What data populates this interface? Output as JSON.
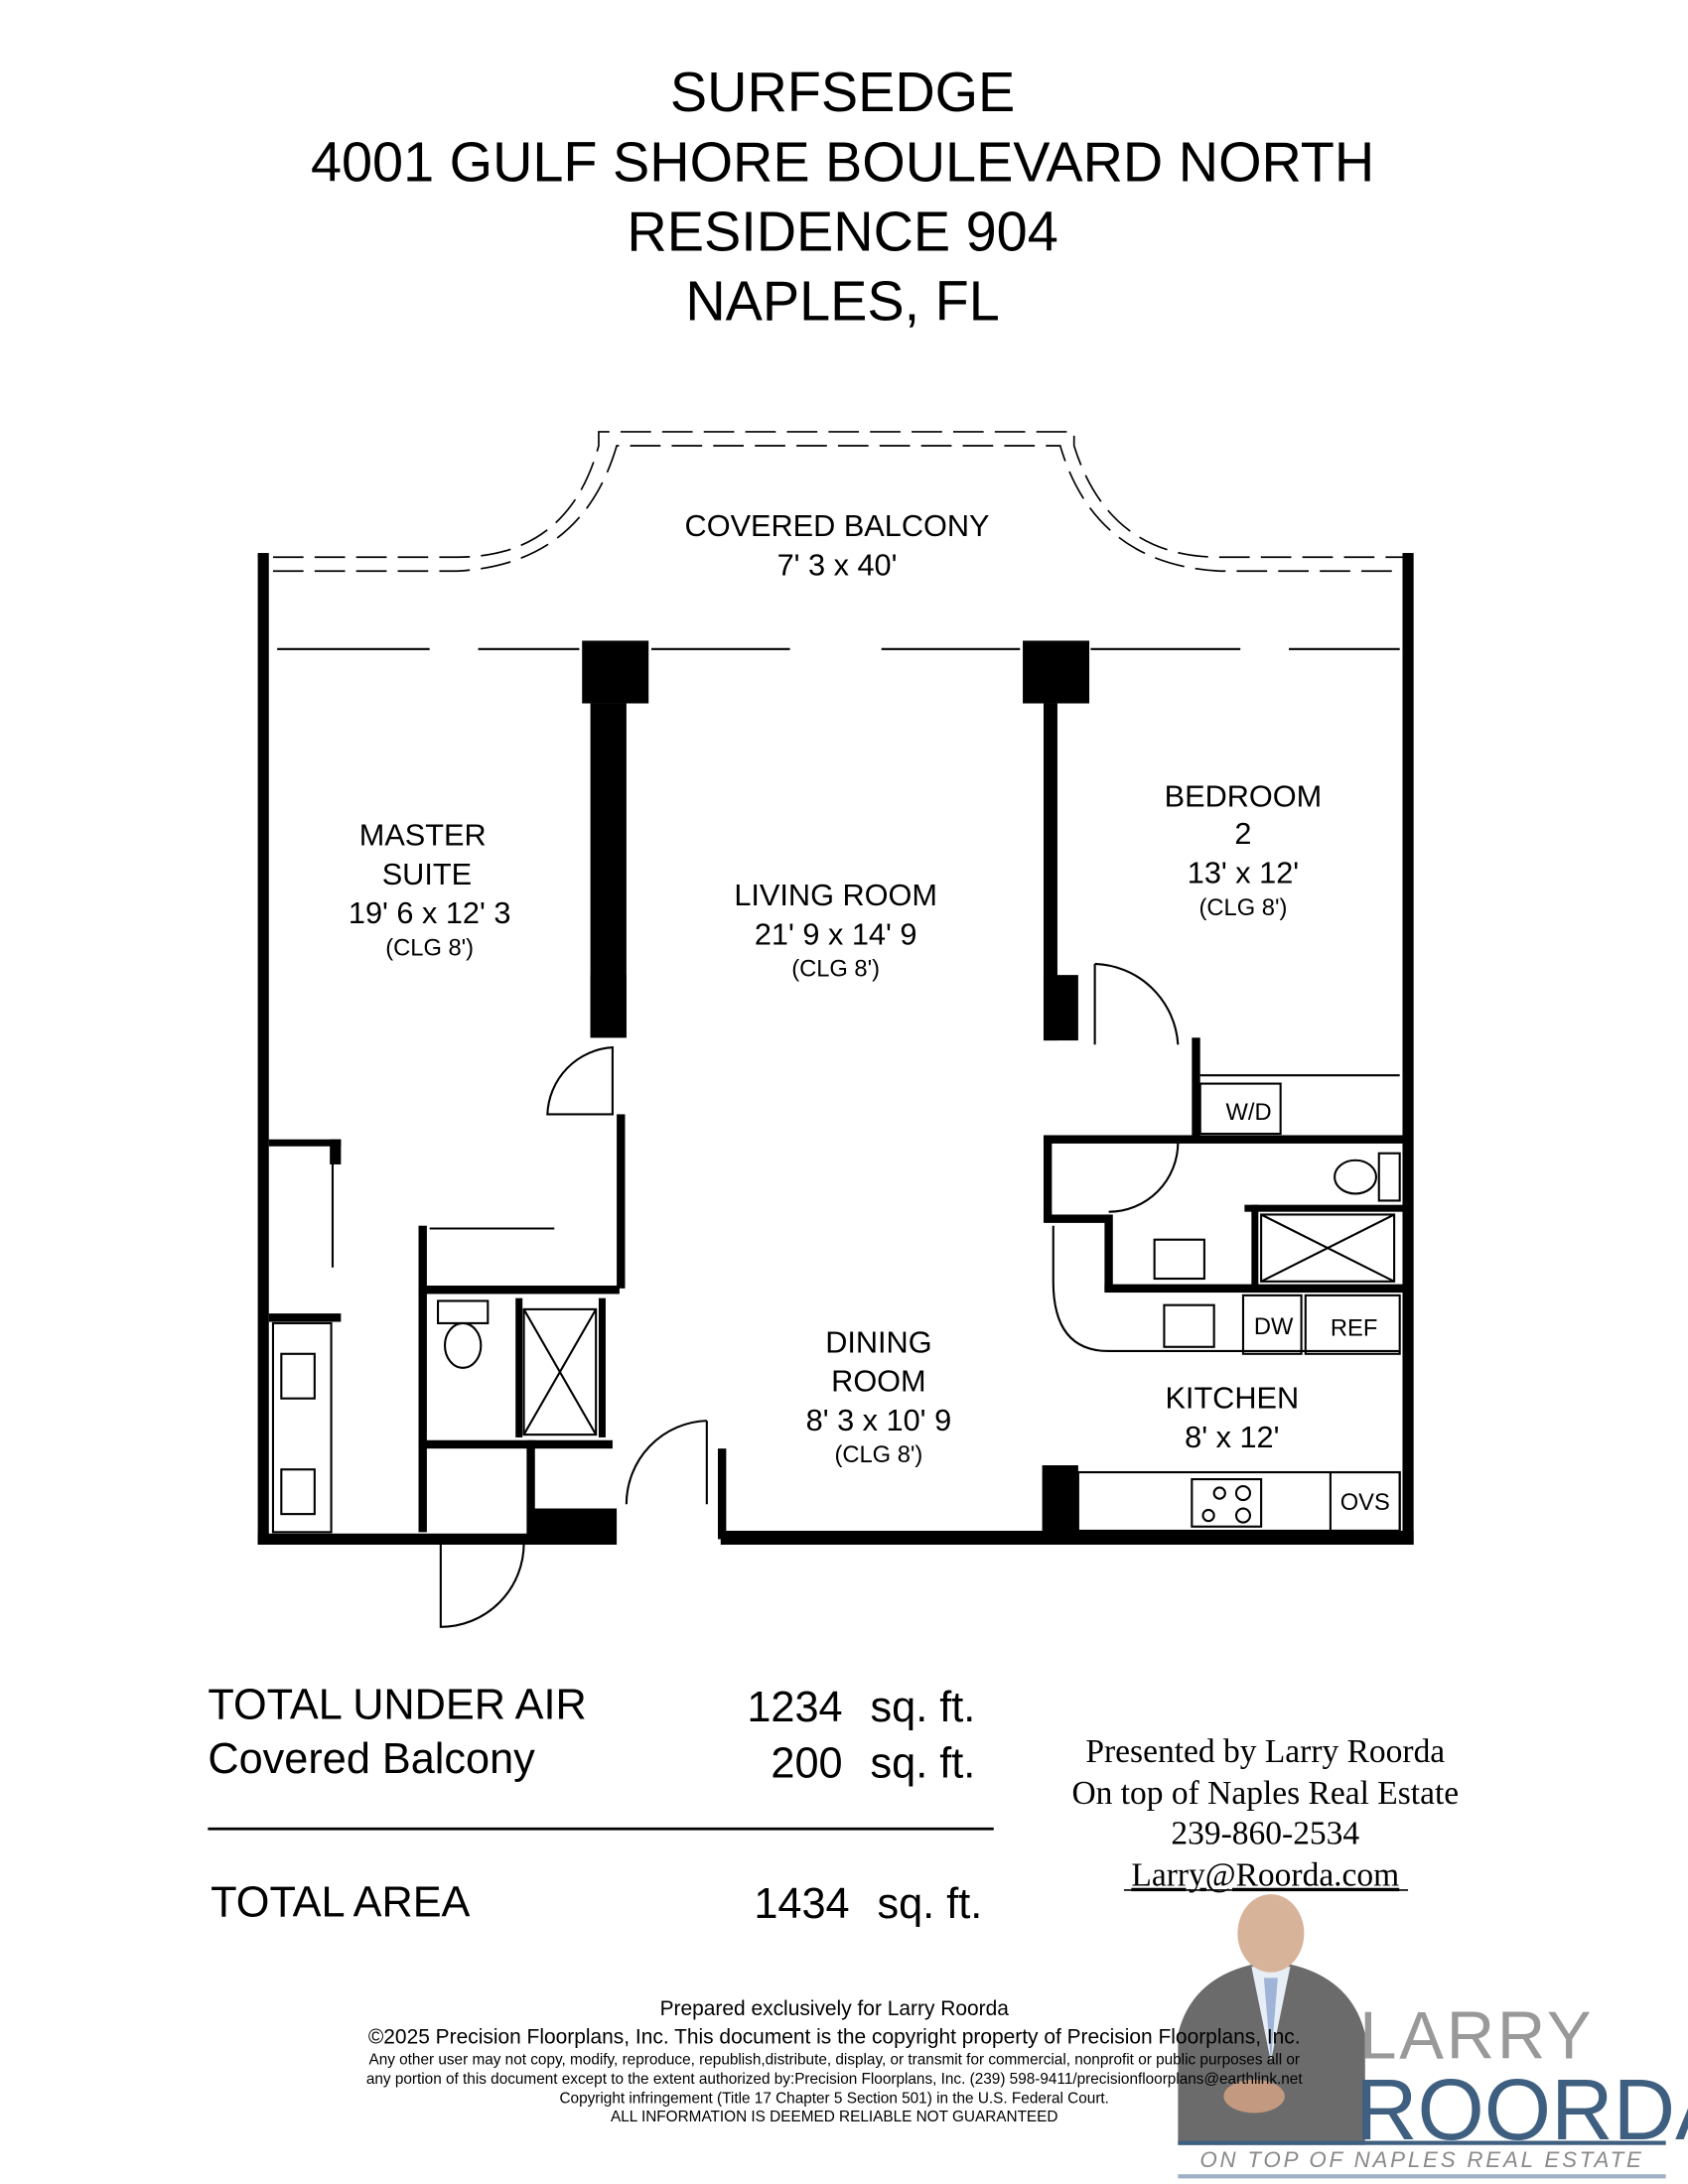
{
  "header": {
    "line1": "SURFSEDGE",
    "line2": "4001 GULF SHORE BOULEVARD NORTH",
    "line3": "RESIDENCE 904",
    "line4": "NAPLES, FL"
  },
  "rooms": {
    "balcony": {
      "name": "COVERED BALCONY",
      "size": "7' 3 x 40'"
    },
    "master": {
      "name1": "MASTER",
      "name2": "SUITE",
      "size": "19' 6 x 12' 3",
      "ceiling": "(CLG 8')"
    },
    "living": {
      "name": "LIVING ROOM",
      "size": "21' 9 x 14' 9",
      "ceiling": "(CLG 8')"
    },
    "bedroom2": {
      "name1": "BEDROOM",
      "name2": "2",
      "size": "13' x 12'",
      "ceiling": "(CLG 8')"
    },
    "dining": {
      "name1": "DINING",
      "name2": "ROOM",
      "size": "8' 3 x 10' 9",
      "ceiling": "(CLG 8')"
    },
    "kitchen": {
      "name": "KITCHEN",
      "size": "8' x 12'"
    },
    "labels": {
      "wd": "W/D",
      "dw": "DW",
      "ref": "REF",
      "ovs": "OVS"
    }
  },
  "area": {
    "under_air_label": "TOTAL UNDER AIR",
    "under_air_value": "1234",
    "balcony_label": "Covered Balcony",
    "balcony_value": "200",
    "total_label": "TOTAL AREA",
    "total_value": "1434",
    "unit": "sq. ft."
  },
  "agent": {
    "presented": "Presented by Larry Roorda",
    "company": "On top of Naples Real Estate",
    "phone": "239-860-2534",
    "email": "Larry@Roorda.com"
  },
  "logo": {
    "first": "LARRY",
    "last": "ROORDA",
    "tagline": "ON TOP OF NAPLES REAL ESTATE",
    "color": "#3f5f80"
  },
  "footer": {
    "prepared": "Prepared exclusively for Larry Roorda",
    "copyright": "©2025 Precision Floorplans, Inc.  This document is the copyright property of Precision Floorplans, Inc.",
    "line3": "Any other user may not copy, modify, reproduce, republish,distribute, display, or transmit for commercial, nonprofit or public purposes all or",
    "line4": "any portion of this document except to the extent authorized by:Precision Floorplans, Inc. (239) 598-9411/precisionfloorplans@earthlink.net",
    "line5": "Copyright infringement (Title 17 Chapter 5 Section 501) in the U.S. Federal Court.",
    "line6": "ALL INFORMATION IS DEEMED RELIABLE NOT GUARANTEED"
  }
}
